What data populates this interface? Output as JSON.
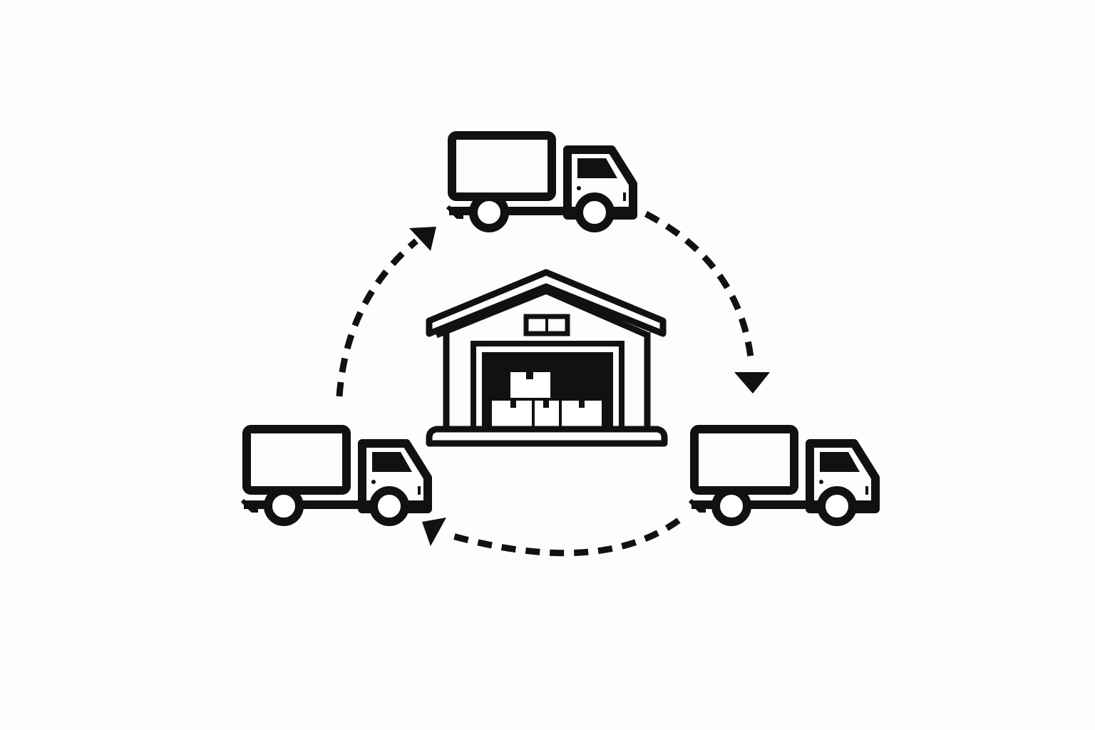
{
  "diagram": {
    "type": "logistics-cycle",
    "center": "warehouse-icon",
    "nodes": [
      {
        "name": "truck-icon-top"
      },
      {
        "name": "truck-icon-right"
      },
      {
        "name": "truck-icon-left"
      }
    ],
    "flow": [
      {
        "from": "truck-icon-top",
        "to": "truck-icon-right",
        "style": "dashed-arrow"
      },
      {
        "from": "truck-icon-right",
        "to": "truck-icon-left",
        "style": "dashed-arrow"
      },
      {
        "from": "truck-icon-left",
        "to": "truck-icon-top",
        "style": "dashed-arrow"
      }
    ],
    "colors": {
      "ink": "#111111",
      "background": "#fdfdfd"
    }
  }
}
